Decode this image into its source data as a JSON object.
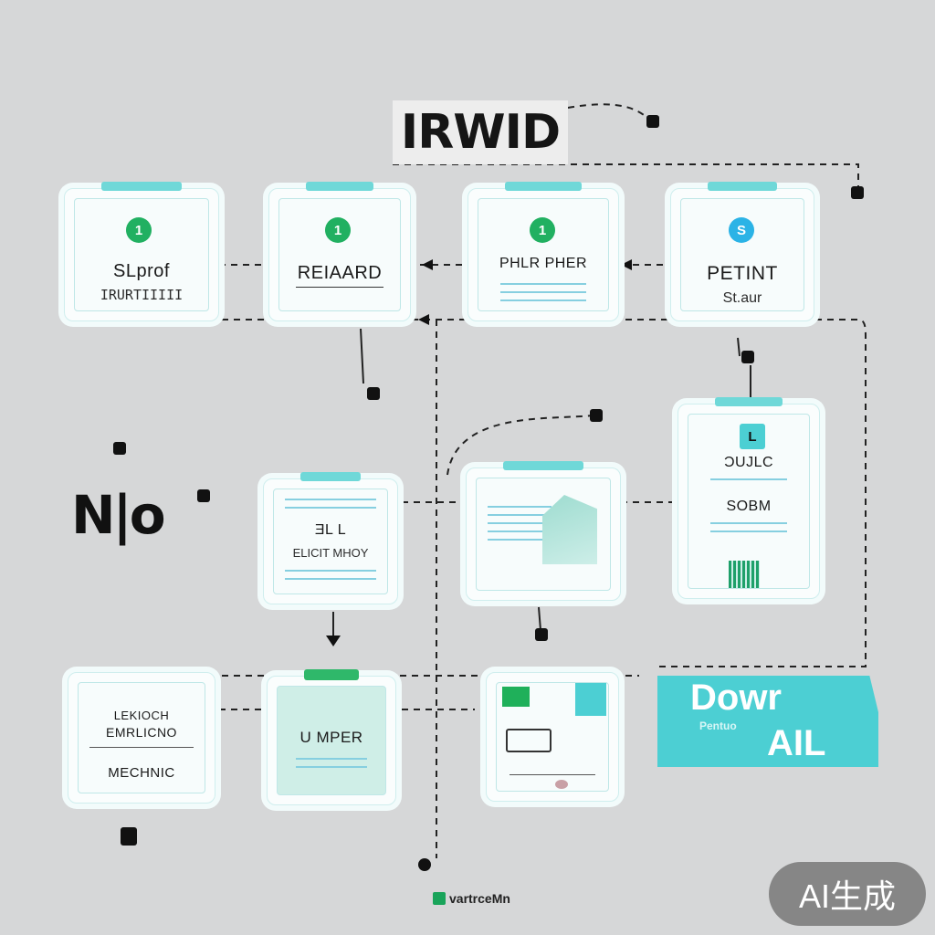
{
  "title": "IRWID",
  "side_label": "N|o",
  "row1": [
    {
      "badge": "1",
      "badge_color": "#21b061",
      "title": "SLprof",
      "sub": "IRURTIIIII"
    },
    {
      "badge": "1",
      "badge_color": "#21b061",
      "title": "REIAARD",
      "sub": ""
    },
    {
      "badge": "1",
      "badge_color": "#21b061",
      "title": "PHLR PHER",
      "sub": ""
    },
    {
      "badge": "S",
      "badge_color": "#2bb3e6",
      "title": "PETINT",
      "sub": "St.aur"
    }
  ],
  "row2": [
    {
      "title": "ƎL L",
      "sub": "ELICIT MHOY"
    },
    {
      "title": "",
      "sub": ""
    },
    {
      "badge": "L",
      "title": "ƆUJLC",
      "sub": "SOBM"
    }
  ],
  "row3": [
    {
      "title": "LEKIOCH",
      "sub": "EMRLICNO",
      "foot": "MECHNIC"
    },
    {
      "title": "U MPER",
      "sub": ""
    },
    {
      "title": "",
      "sub": ""
    }
  ],
  "ai_banner": {
    "big": "Dowr",
    "small": "Pentuo",
    "ai": "AIL"
  },
  "footer": "vartrceMn",
  "watermark": "AI生成",
  "colors": {
    "accent": "#4ccfd3",
    "badge_green": "#21b061",
    "badge_blue": "#2bb3e6"
  }
}
